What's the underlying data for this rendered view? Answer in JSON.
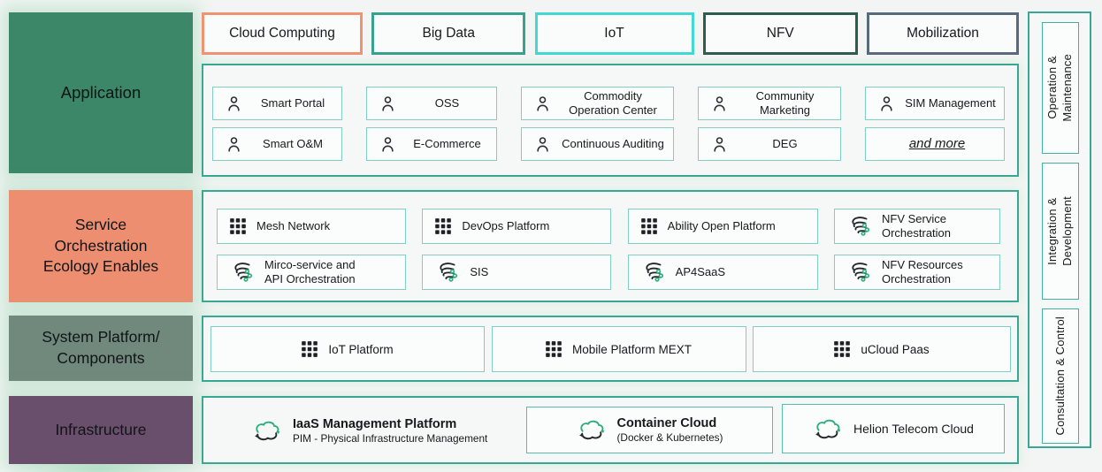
{
  "left_rail": {
    "application": "Application",
    "service": "Service\nOrchestration\nEcology Enables",
    "system": "System Platform/\nComponents",
    "infrastructure": "Infrastructure"
  },
  "top_tags": {
    "items": [
      {
        "label": "Cloud Computing",
        "border_color": "#f09372"
      },
      {
        "label": "Big Data",
        "border_color": "#37a28e"
      },
      {
        "label": "IoT",
        "border_color": "#41d9d1"
      },
      {
        "label": "NFV",
        "border_color": "#2b5f4c"
      },
      {
        "label": "Mobilization",
        "border_color": "#5a6a7d"
      }
    ]
  },
  "application": {
    "row1": [
      {
        "label": "Smart Portal",
        "icon": "person-icon"
      },
      {
        "label": "OSS",
        "icon": "person-icon"
      },
      {
        "label": "Commodity\nOperation Center",
        "icon": "person-icon"
      },
      {
        "label": "Community\nMarketing",
        "icon": "person-icon"
      },
      {
        "label": "SIM Management",
        "icon": "person-icon"
      }
    ],
    "row2": [
      {
        "label": "Smart O&M",
        "icon": "person-icon"
      },
      {
        "label": "E-Commerce",
        "icon": "person-icon"
      },
      {
        "label": "Continuous Auditing",
        "icon": "person-icon"
      },
      {
        "label": "DEG",
        "icon": "person-icon"
      },
      {
        "label": "and more"
      }
    ]
  },
  "service": {
    "row1": [
      {
        "label": "Mesh Network",
        "icon": "grid-icon"
      },
      {
        "label": "DevOps Platform",
        "icon": "grid-icon"
      },
      {
        "label": "Ability Open Platform",
        "icon": "grid-icon"
      },
      {
        "label": "NFV Service\nOrchestration",
        "icon": "orchestration-icon"
      }
    ],
    "row2": [
      {
        "label": "Mirco-service and\nAPI Orchestration",
        "icon": "orchestration-icon"
      },
      {
        "label": "SIS",
        "icon": "orchestration-icon"
      },
      {
        "label": "AP4SaaS",
        "icon": "orchestration-icon"
      },
      {
        "label": "NFV Resources\nOrchestration",
        "icon": "orchestration-icon"
      }
    ]
  },
  "system": {
    "items": [
      {
        "label": "IoT Platform",
        "icon": "grid-icon"
      },
      {
        "label": "Mobile Platform MEXT",
        "icon": "grid-icon"
      },
      {
        "label": "uCloud Paas",
        "icon": "grid-icon"
      }
    ]
  },
  "infrastructure": {
    "iaas": {
      "title": "IaaS Management Platform",
      "subtitle": "PIM - Physical Infrastructure Management",
      "icon": "cloud-sync-icon"
    },
    "container": {
      "title": "Container Cloud",
      "subtitle": "(Docker & Kubernetes)",
      "icon": "cloud-sync-icon"
    },
    "helion": {
      "title": "Helion Telecom Cloud",
      "icon": "cloud-sync-icon"
    }
  },
  "right_rail": {
    "items": [
      {
        "label": "Operation &\nMaintenance"
      },
      {
        "label": "Integration &\nDevelopment"
      },
      {
        "label": "Consultation & Control"
      }
    ]
  },
  "colors": {
    "application_block": "#3b8767",
    "service_block": "#ee8e70",
    "system_block": "#71887c",
    "infrastructure_block": "#6a4f6d",
    "section_border": "#38a794",
    "item_border": "#7fd0c1",
    "accent_green": "#2fae7d"
  }
}
